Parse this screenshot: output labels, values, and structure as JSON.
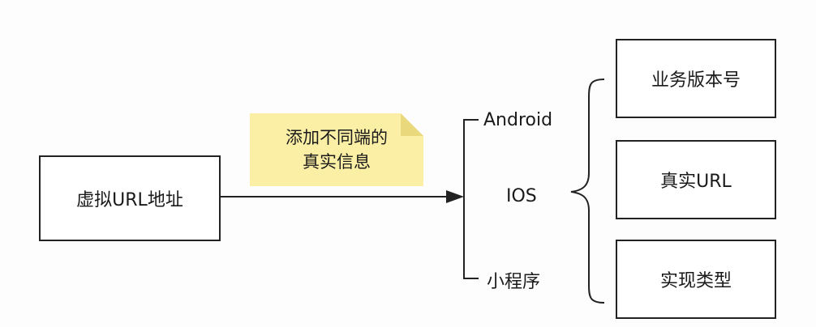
{
  "source": {
    "label": "虚拟URL地址"
  },
  "note": {
    "line1": "添加不同端的",
    "line2": "真实信息"
  },
  "platforms": [
    {
      "label": "Android"
    },
    {
      "label": "IOS"
    },
    {
      "label": "小程序"
    }
  ],
  "details": [
    {
      "label": "业务版本号"
    },
    {
      "label": "真实URL"
    },
    {
      "label": "实现类型"
    }
  ],
  "colors": {
    "line": "#222222",
    "note_fill": "#fbefa6",
    "note_fold": "#e9d97c"
  }
}
